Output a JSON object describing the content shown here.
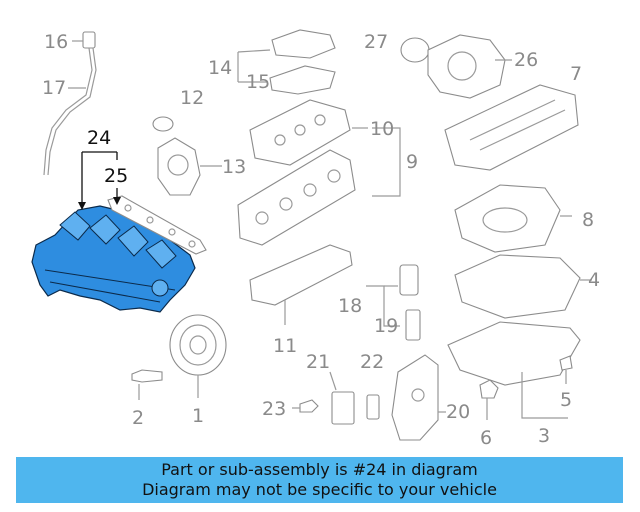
{
  "diagram": {
    "highlight_color": "#2e8de0",
    "callouts": {
      "c1": "1",
      "c2": "2",
      "c3": "3",
      "c4": "4",
      "c5": "5",
      "c6": "6",
      "c7": "7",
      "c8": "8",
      "c9": "9",
      "c10": "10",
      "c11": "11",
      "c12": "12",
      "c13": "13",
      "c14": "14",
      "c15": "15",
      "c16": "16",
      "c17": "17",
      "c18": "18",
      "c19": "19",
      "c20": "20",
      "c21": "21",
      "c22": "22",
      "c23": "23",
      "c24": "24",
      "c25": "25",
      "c26": "26",
      "c27": "27"
    }
  },
  "banner": {
    "background": "#4fb6ee",
    "line1": "Part or sub-assembly is #24 in diagram",
    "line2": "Diagram may not be specific to your vehicle"
  }
}
